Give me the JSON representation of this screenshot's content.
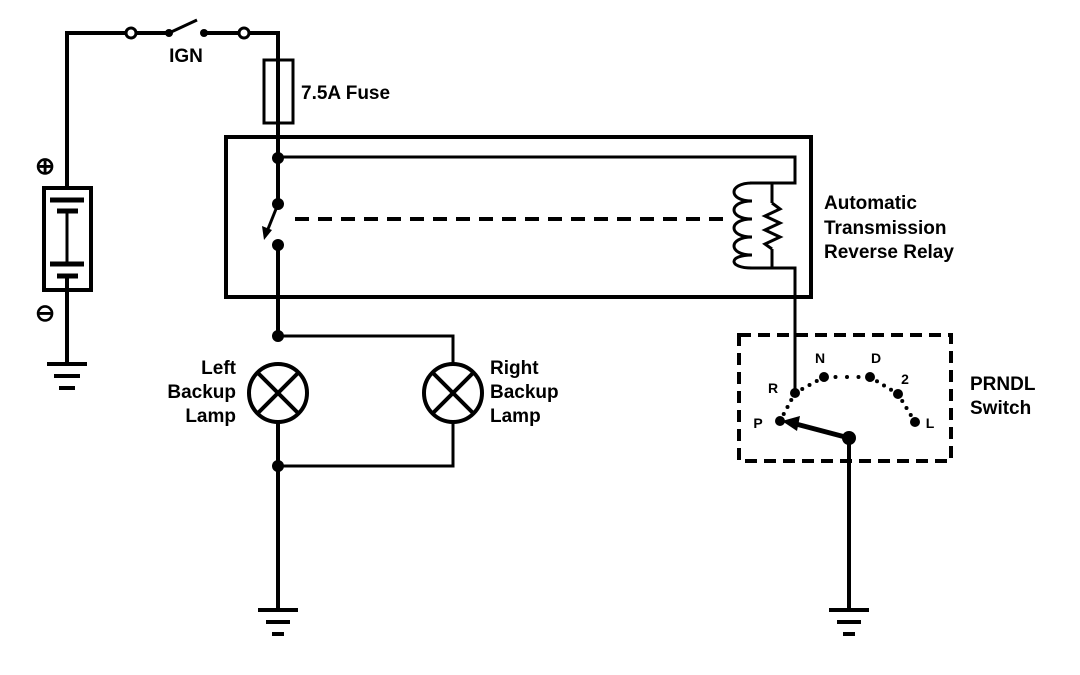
{
  "title": "Automatic Transmission Reverse Relay Backup Lamp Circuit",
  "colors": {
    "line": "#000000",
    "background": "#ffffff"
  },
  "labels": {
    "ignition": "IGN",
    "fuse": "7.5A Fuse",
    "relay": [
      "Automatic",
      "Transmission",
      "Reverse Relay"
    ],
    "left_lamp": [
      "Left",
      "Backup",
      "Lamp"
    ],
    "right_lamp": [
      "Right",
      "Backup",
      "Lamp"
    ],
    "prndl": [
      "PRNDL",
      "Switch"
    ],
    "battery_positive": "⊕",
    "battery_negative": "⊖"
  },
  "prndl_positions": [
    "P",
    "R",
    "N",
    "D",
    "2",
    "L"
  ],
  "prndl_selected": "P",
  "prndl_relay_contact": "R",
  "components": [
    {
      "id": "battery",
      "type": "battery"
    },
    {
      "id": "ign-switch",
      "type": "switch",
      "state": "open"
    },
    {
      "id": "fuse",
      "type": "fuse",
      "rating": "7.5A"
    },
    {
      "id": "relay",
      "type": "relay",
      "contact": "normally-open"
    },
    {
      "id": "left-backup-lamp",
      "type": "lamp"
    },
    {
      "id": "right-backup-lamp",
      "type": "lamp"
    },
    {
      "id": "prndl-switch",
      "type": "selector-switch"
    }
  ]
}
